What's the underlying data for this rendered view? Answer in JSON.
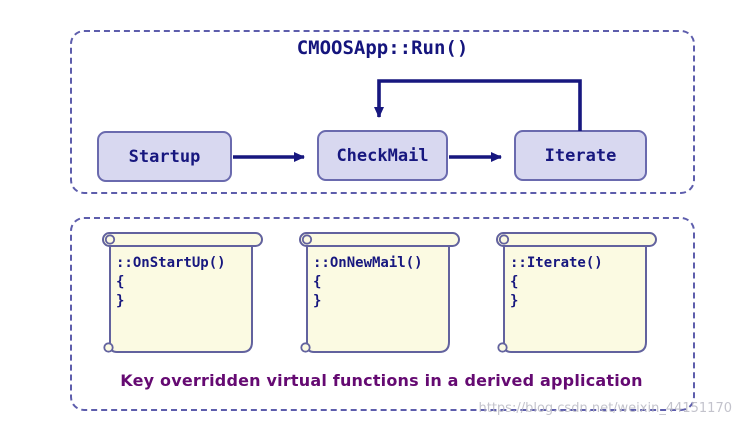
{
  "top_panel": {
    "title": "CMOOSApp::Run()",
    "nodes": [
      {
        "label": "Startup"
      },
      {
        "label": "CheckMail"
      },
      {
        "label": "Iterate"
      }
    ],
    "arrows": [
      "startup-to-checkmail",
      "checkmail-to-iterate",
      "iterate-loop-to-checkmail"
    ]
  },
  "bottom_panel": {
    "scrolls": [
      {
        "code": "::OnStartUp()\n{\n}"
      },
      {
        "code": "::OnNewMail()\n{\n}"
      },
      {
        "code": "::Iterate()\n{\n}"
      }
    ],
    "caption": "Key overridden virtual functions in a derived application"
  },
  "watermark": "https://blog.csdn.net/weixin_44151170",
  "colors": {
    "navy_arrow_text": "#17177f",
    "node_fill": "#d8d8f0",
    "node_border": "#6a6aae",
    "panel_dashed_border": "#5d5dac",
    "scroll_fill": "#fbfae2",
    "scroll_border": "#62629e",
    "caption_purple": "#650a72",
    "watermark_gray": "#b9b9c4"
  }
}
